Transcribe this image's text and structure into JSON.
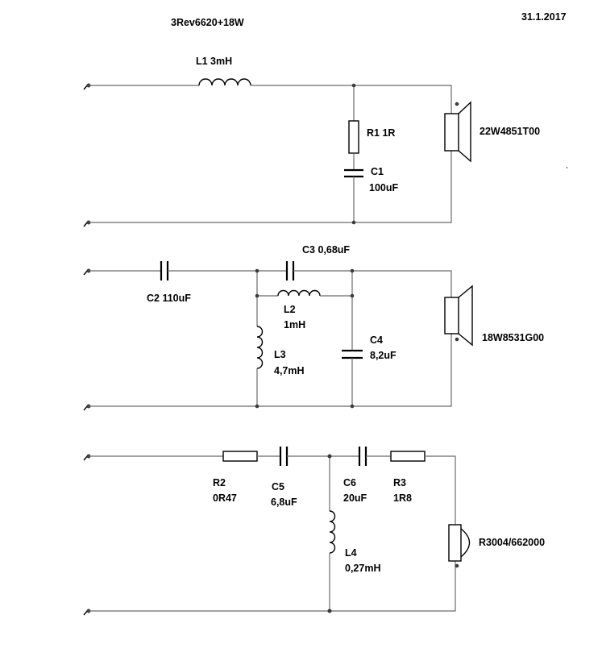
{
  "title": "3Rev6620+18W",
  "date": "31.1.2017",
  "components": {
    "L1": "L1 3mH",
    "R1": "R1 1R",
    "C1_name": "C1",
    "C1_value": "100uF",
    "woofer": "22W4851T00",
    "C2": "C2 110uF",
    "C3": "C3 0,68uF",
    "L2_name": "L2",
    "L2_value": "1mH",
    "L3_name": "L3",
    "L3_value": "4,7mH",
    "C4_name": "C4",
    "C4_value": "8,2uF",
    "midrange": "18W8531G00",
    "R2_name": "R2",
    "R2_value": "0R47",
    "C5_name": "C5",
    "C5_value": "6,8uF",
    "C6_name": "C6",
    "C6_value": "20uF",
    "R3_name": "R3",
    "R3_value": "1R8",
    "L4_name": "L4",
    "L4_value": "0,27mH",
    "tweeter": "R3004/662000"
  }
}
